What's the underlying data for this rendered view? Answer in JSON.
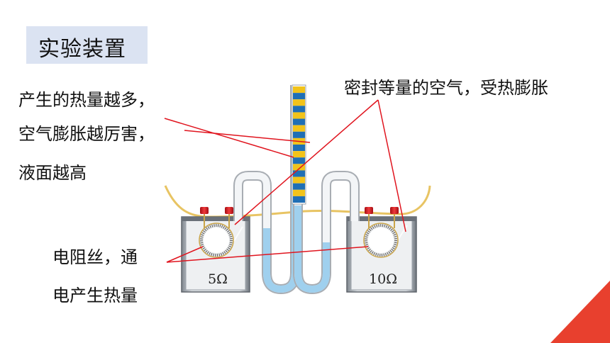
{
  "title": "实验装置",
  "annotations": {
    "heat_line1": "产生的热量越多，",
    "heat_line2": "空气膨胀越厉害，",
    "heat_line3": "液面越高",
    "sealed_air": "密封等量的空气，受热膨胀",
    "resistor_line1": "电阻丝，通",
    "resistor_line2": "电产生热量"
  },
  "containers": {
    "left_label": "5Ω",
    "right_label": "10Ω"
  },
  "colors": {
    "title_bg": "#dbe3f2",
    "callout_line": "#e0141e",
    "liquid": "#9fd0ee",
    "scale_yellow": "#f2c31a",
    "scale_blue": "#1f6fb5",
    "wire": "#e8c463",
    "corner_accent": "#e8402e"
  }
}
